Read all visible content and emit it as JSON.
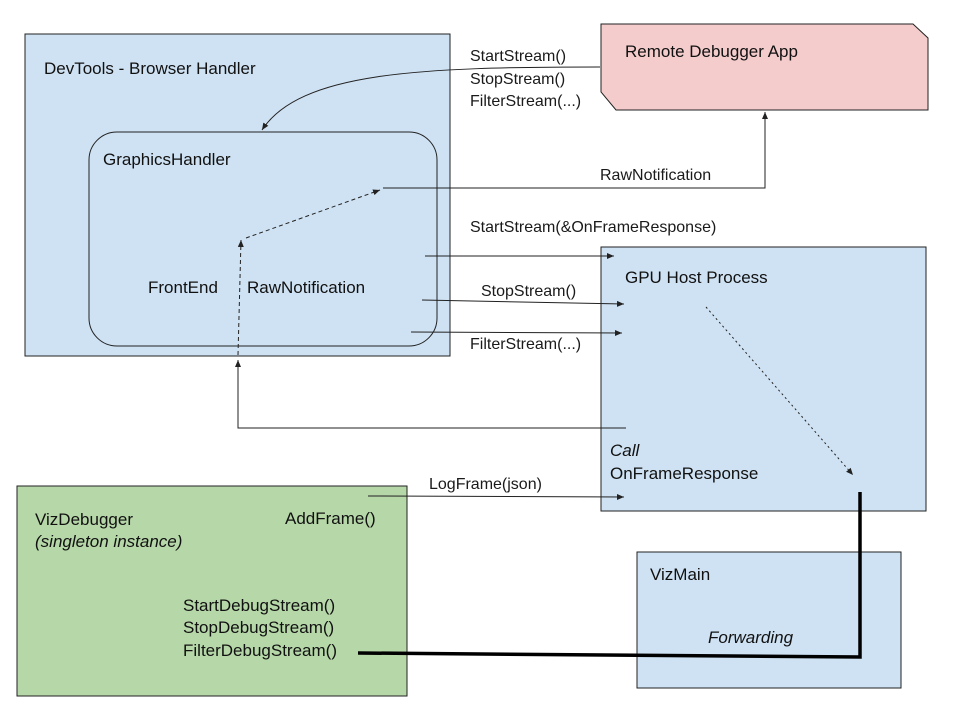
{
  "boxes": {
    "devtools": {
      "title": "DevTools - Browser Handler"
    },
    "graphics": {
      "title": "GraphicsHandler",
      "frontend": "FrontEnd",
      "raw_notification": "RawNotification"
    },
    "remote": {
      "title": "Remote Debugger App"
    },
    "gpu": {
      "title": "GPU Host Process",
      "call_line1": "Call",
      "call_line2": "OnFrameResponse"
    },
    "viz_debugger": {
      "title": "VizDebugger",
      "subtitle": "(singleton instance)",
      "add_frame": "AddFrame()",
      "methods": [
        "StartDebugStream()",
        "StopDebugStream()",
        "FilterDebugStream()"
      ]
    },
    "viz_main": {
      "title": "VizMain",
      "forwarding": "Forwarding"
    }
  },
  "edges": {
    "remote_to_devtools": [
      "StartStream()",
      "StopStream()",
      "FilterStream(...)"
    ],
    "raw_notification": "RawNotification",
    "start_stream": "StartStream(&OnFrameResponse)",
    "stop_stream": "StopStream()",
    "filter_stream": "FilterStream(...)",
    "log_frame": "LogFrame(json)"
  },
  "colors": {
    "devtools_fill": "#cfe2f3",
    "gpu_fill": "#cfe2f3",
    "viz_main_fill": "#cfe2f3",
    "remote_fill": "#f4cccc",
    "viz_debugger_fill": "#b6d7a8",
    "stroke": "#222222"
  }
}
